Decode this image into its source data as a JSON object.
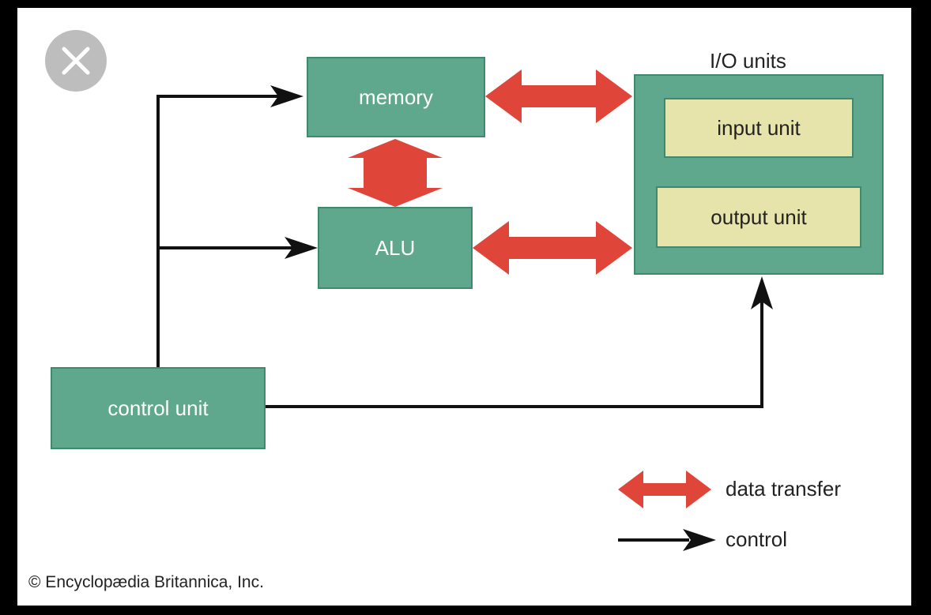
{
  "diagram": {
    "io_title": "I/O units",
    "memory_label": "memory",
    "alu_label": "ALU",
    "control_label": "control unit",
    "input_label": "input unit",
    "output_label": "output unit",
    "legend": {
      "data_transfer": "data transfer",
      "control": "control"
    },
    "copyright": "© Encyclopædia Britannica, Inc."
  },
  "colors": {
    "box_fill": "#5fa88e",
    "box_border": "#3d8a6e",
    "inner_fill": "#e6e4ab",
    "data_arrow": "#e0453a",
    "control_arrow": "#111111"
  },
  "icons": {
    "close": "close-icon"
  }
}
